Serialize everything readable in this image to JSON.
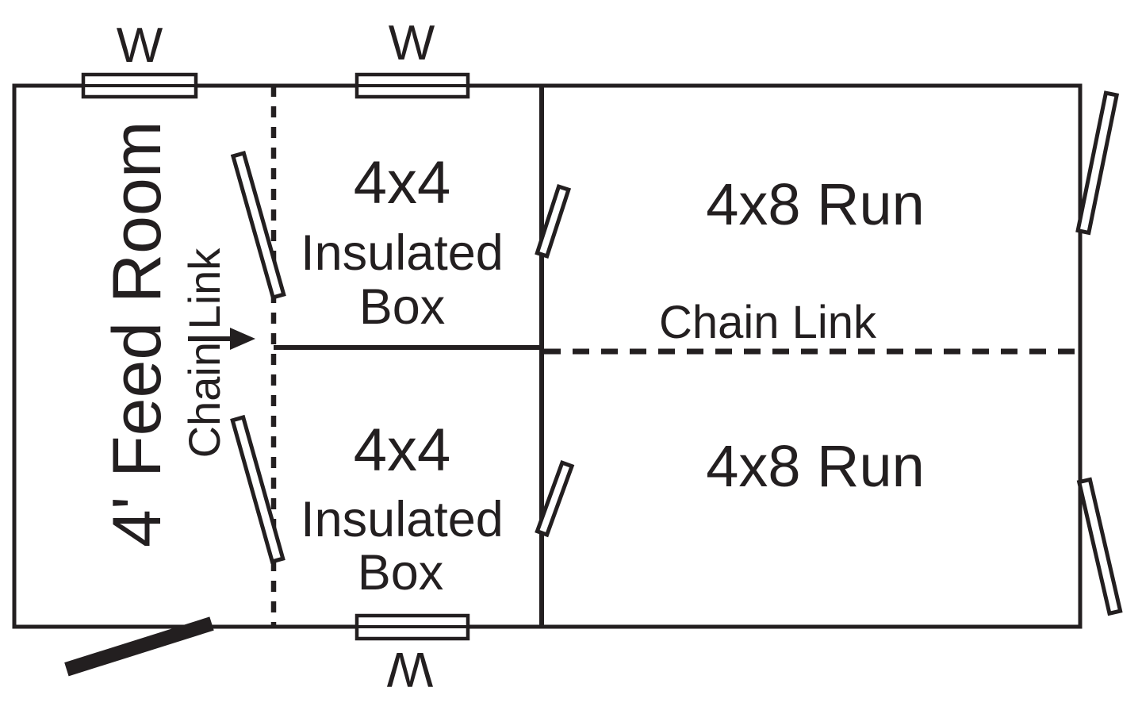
{
  "colors": {
    "ink": "#231f20",
    "background": "#ffffff"
  },
  "labels": {
    "feed_room": "4' Feed Room",
    "chain_link_vertical": "Chain Link",
    "chain_link_horizontal": "Chain Link",
    "window": "W",
    "box_top": {
      "size": "4x4",
      "material": "Insulated",
      "type": "Box"
    },
    "box_bottom": {
      "size": "4x4",
      "material": "Insulated",
      "type": "Box"
    },
    "run_top": "4x8 Run",
    "run_bottom": "4x8 Run"
  }
}
